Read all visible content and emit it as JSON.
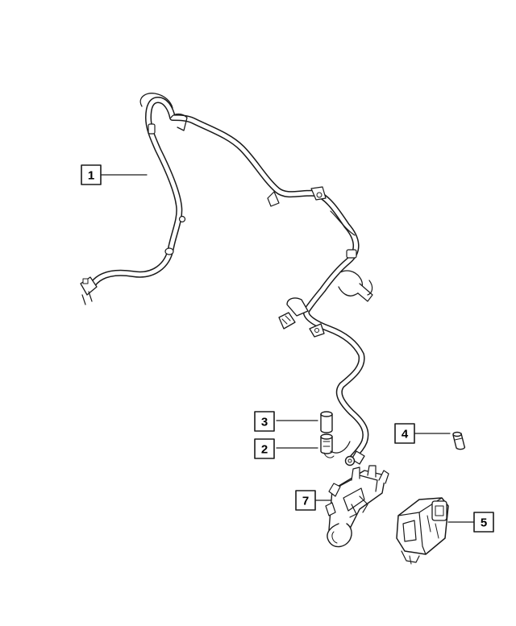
{
  "callouts": [
    {
      "id": "c1",
      "label": "1"
    },
    {
      "id": "c2",
      "label": "2"
    },
    {
      "id": "c3",
      "label": "3"
    },
    {
      "id": "c4",
      "label": "4"
    },
    {
      "id": "c5",
      "label": "5"
    },
    {
      "id": "c7",
      "label": "7"
    }
  ],
  "colors": {
    "line": "#1a1a1a",
    "fill": "#ffffff",
    "shade": "#d8d8d8"
  }
}
